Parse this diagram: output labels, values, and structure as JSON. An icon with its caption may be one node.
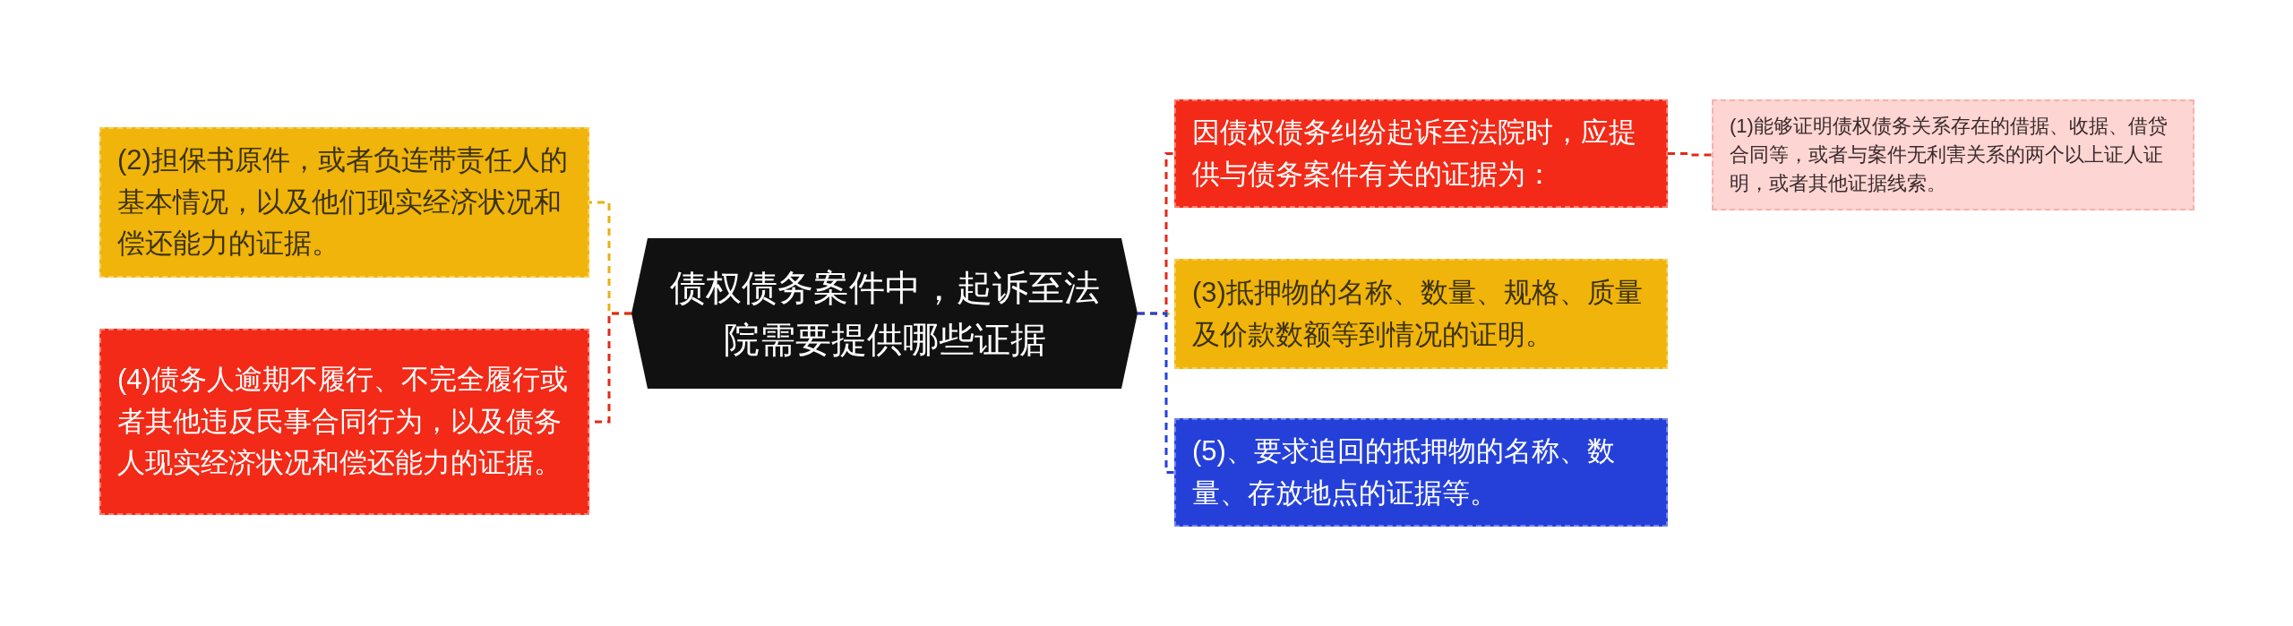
{
  "diagram": {
    "nodes": [
      {
        "text": [
          "债权债务案件中，起诉至法院需要提供哪些证据"
        ]
      },
      {
        "text": [
          "(2)担保书原件，或者负连带责任人的基本情况，以及他们现实经济状况和偿还能力的证据。"
        ]
      },
      {
        "text": [
          "(4)债务人逾期不履行、不完全履行或者其他违反民事合同行为，以及债务人现实经济状况和偿还能力的证据。"
        ]
      },
      {
        "text": [
          "因债权债务纠纷起诉至法院时，应提供与债务案件有关的证据为："
        ]
      },
      {
        "text": [
          "(3)抵押物的名称、数量、规格、质量及价款数额等到情况的证明。"
        ]
      },
      {
        "text": [
          "(5)、要求追回的抵押物的名称、数量、存放地点的证据等。"
        ]
      },
      {
        "text": [
          "(1)能够证明债权债务关系存在的借据、收据、借贷合同等，或者与案件无利害关系的两个以上证人证明，或者其他证据线索。"
        ]
      }
    ],
    "edges": [
      {
        "from": 0,
        "to": 1,
        "arrow": "none",
        "style": "dashed",
        "color": "#e8b010"
      },
      {
        "from": 0,
        "to": 2,
        "arrow": "none",
        "style": "dashed",
        "color": "#e02a1a"
      },
      {
        "from": 0,
        "to": 3,
        "arrow": "none",
        "style": "dashed",
        "color": "#e02a1a"
      },
      {
        "from": 0,
        "to": 4,
        "arrow": "none",
        "style": "dashed",
        "color": "#e8b010"
      },
      {
        "from": 0,
        "to": 5,
        "arrow": "none",
        "style": "dashed",
        "color": "#2540d9"
      },
      {
        "from": 3,
        "to": 6,
        "arrow": "none",
        "style": "dashed",
        "color": "#e02a1a"
      }
    ]
  }
}
